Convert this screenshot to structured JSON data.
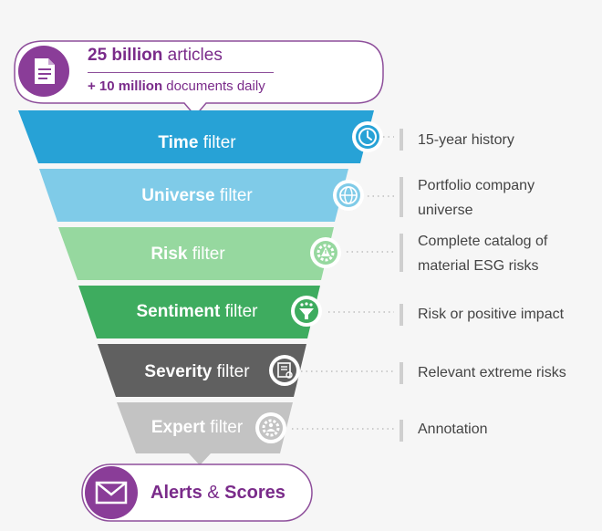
{
  "header": {
    "articles_bold": "25 billion",
    "articles_rest": "articles",
    "daily_bold": "+ 10 million",
    "daily_rest": "documents daily",
    "icon": "document-icon"
  },
  "filters": [
    {
      "bold": "Time",
      "rest": "filter",
      "icon": "clock-icon",
      "note": "15-year history",
      "color": "#27a2d6"
    },
    {
      "bold": "Universe",
      "rest": "filter",
      "icon": "globe-icon",
      "note_line1": "Portfolio company",
      "note_line2": "universe",
      "color": "#7fcbe8"
    },
    {
      "bold": "Risk",
      "rest": "filter",
      "icon": "gear-warning-icon",
      "note_line1": "Complete catalog of",
      "note_line2": "material ESG risks",
      "color": "#96d89f"
    },
    {
      "bold": "Sentiment",
      "rest": "filter",
      "icon": "funnel-icon",
      "note": "Risk or positive impact",
      "color": "#3eac5f"
    },
    {
      "bold": "Severity",
      "rest": "filter",
      "icon": "report-icon",
      "note": "Relevant extreme risks",
      "color": "#606060"
    },
    {
      "bold": "Expert",
      "rest": "filter",
      "icon": "expert-gear-icon",
      "note": "Annotation",
      "color": "#c3c3c3"
    }
  ],
  "output": {
    "bold_1": "Alerts",
    "amp": "&",
    "bold_2": "Scores",
    "icon": "envelope-icon"
  },
  "colors": {
    "purple": "#7a2b8a",
    "icon_purple": "#8a3d98"
  }
}
